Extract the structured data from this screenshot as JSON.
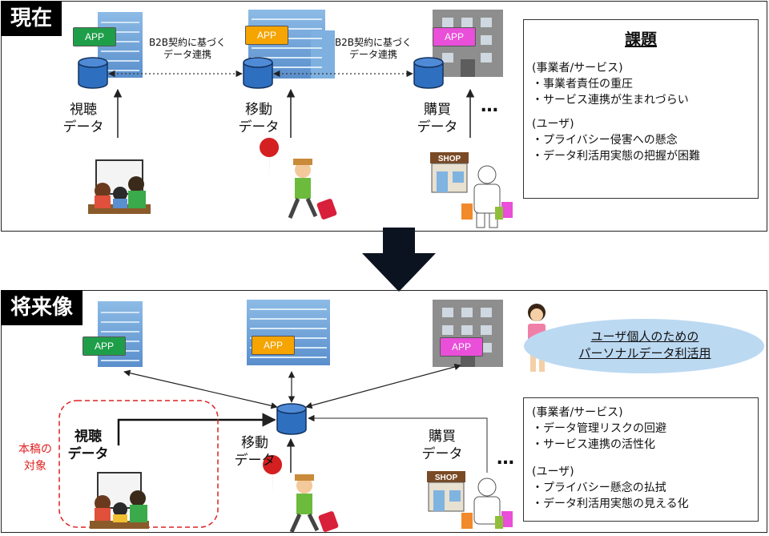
{
  "current": {
    "tag": "現在",
    "apps": [
      {
        "label": "APP",
        "color": "#1f9e4a"
      },
      {
        "label": "APP",
        "color": "#f5a400"
      },
      {
        "label": "APP",
        "color": "#e94fd8"
      }
    ],
    "b2b": [
      "B2B契約に基づく\nデータ連携",
      "B2B契約に基づく\nデータ連携"
    ],
    "data_labels": [
      "視聴\nデータ",
      "移動\nデータ",
      "購買\nデータ"
    ],
    "dots": "…",
    "issues": {
      "title": "課題",
      "biz_head": "(事業者/サービス)",
      "biz_items": [
        "・事業者責任の重圧",
        "・サービス連携が生まれづらい"
      ],
      "user_head": "(ユーザ)",
      "user_items": [
        "・プライバシー侵害への懸念",
        "・データ利活用実態の把握が困難"
      ]
    },
    "shop_sign": "SHOP"
  },
  "future": {
    "tag": "将来像",
    "apps": [
      {
        "label": "APP",
        "color": "#1f9e4a"
      },
      {
        "label": "APP",
        "color": "#f5a400"
      },
      {
        "label": "APP",
        "color": "#e94fd8"
      }
    ],
    "cloud_text": [
      "ユーザ個人のための",
      "パーソナルデータ利活用"
    ],
    "viewing_label": "視聴\nデータ",
    "focus_note": "本稿の\n対象",
    "move_label": "移動\nデータ",
    "purchase_label": "購買\nデータ",
    "dots": "…",
    "benefits": {
      "biz_head": "(事業者/サービス)",
      "biz_items": [
        "・データ管理リスクの回避",
        "・サービス連携の活性化"
      ],
      "user_head": "(ユーザ)",
      "user_items": [
        "・プライバシー懸念の払拭",
        "・データ利活用実態の見える化"
      ]
    },
    "shop_sign": "SHOP"
  },
  "colors": {
    "db": "#2f6fc0",
    "building_blue": "#6fa3d8",
    "building_gray": "#8c8c8c",
    "focus": "#e02020",
    "cloud": "#bcd9f2"
  }
}
